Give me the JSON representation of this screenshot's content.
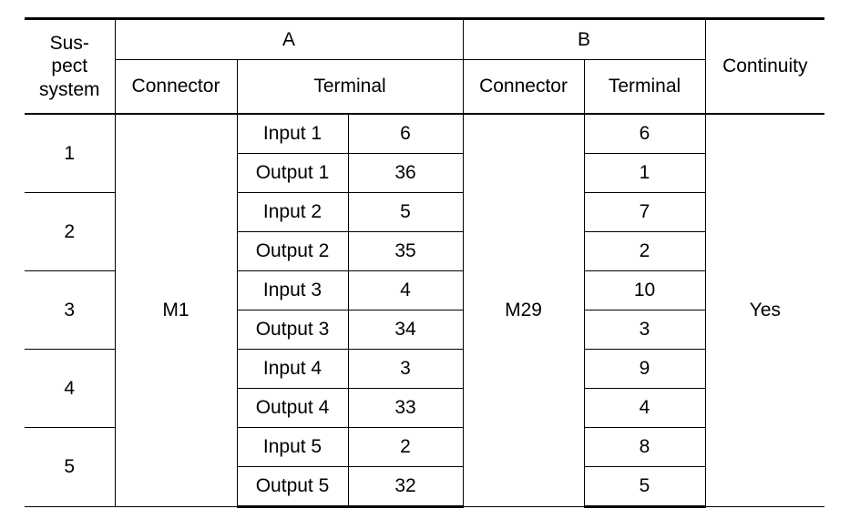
{
  "header": {
    "suspect_system": "Sus-\npect\nsystem",
    "group_a": "A",
    "group_b": "B",
    "continuity": "Continuity",
    "a_connector": "Connector",
    "a_terminal": "Terminal",
    "b_connector": "Connector",
    "b_terminal": "Terminal"
  },
  "connector_a": "M1",
  "connector_b": "M29",
  "continuity_value": "Yes",
  "systems": [
    {
      "id": "1",
      "rows": [
        {
          "label": "Input 1",
          "a_terminal": "6",
          "b_terminal": "6"
        },
        {
          "label": "Output 1",
          "a_terminal": "36",
          "b_terminal": "1"
        }
      ]
    },
    {
      "id": "2",
      "rows": [
        {
          "label": "Input 2",
          "a_terminal": "5",
          "b_terminal": "7"
        },
        {
          "label": "Output 2",
          "a_terminal": "35",
          "b_terminal": "2"
        }
      ]
    },
    {
      "id": "3",
      "rows": [
        {
          "label": "Input 3",
          "a_terminal": "4",
          "b_terminal": "10"
        },
        {
          "label": "Output 3",
          "a_terminal": "34",
          "b_terminal": "3"
        }
      ]
    },
    {
      "id": "4",
      "rows": [
        {
          "label": "Input 4",
          "a_terminal": "3",
          "b_terminal": "9"
        },
        {
          "label": "Output 4",
          "a_terminal": "33",
          "b_terminal": "4"
        }
      ]
    },
    {
      "id": "5",
      "rows": [
        {
          "label": "Input 5",
          "a_terminal": "2",
          "b_terminal": "8"
        },
        {
          "label": "Output 5",
          "a_terminal": "32",
          "b_terminal": "5"
        }
      ]
    }
  ]
}
